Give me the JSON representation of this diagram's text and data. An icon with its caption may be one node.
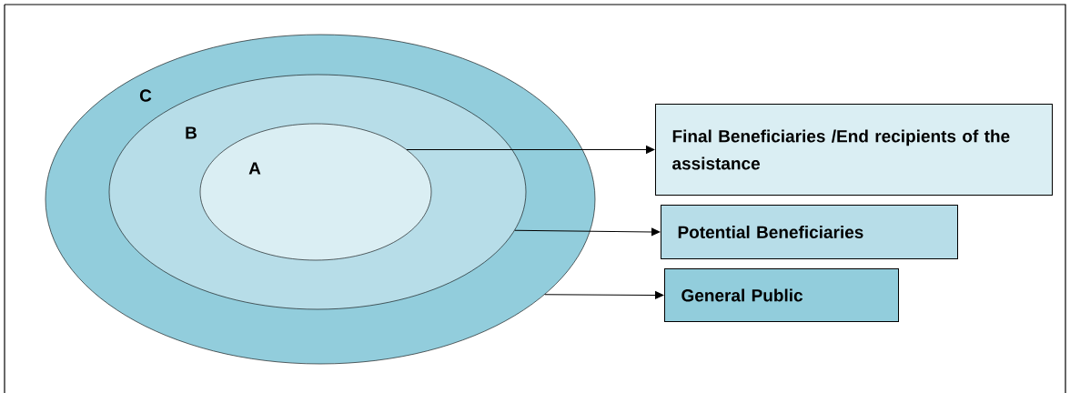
{
  "diagram": {
    "nodes": [
      {
        "text": [
          "C"
        ]
      },
      {
        "text": [
          "B"
        ],
        "in": 0
      },
      {
        "text": [
          "A"
        ],
        "in": 1
      },
      {
        "text": [
          "Final Beneficiaries /End recipients of the assistance"
        ]
      },
      {
        "text": [
          "Potential Beneficiaries"
        ]
      },
      {
        "text": [
          "General Public"
        ]
      }
    ],
    "edges": [
      {
        "from": 2,
        "to": 3,
        "arrow": "to"
      },
      {
        "from": 1,
        "to": 4,
        "arrow": "to"
      },
      {
        "from": 0,
        "to": 5,
        "arrow": "to"
      }
    ]
  }
}
